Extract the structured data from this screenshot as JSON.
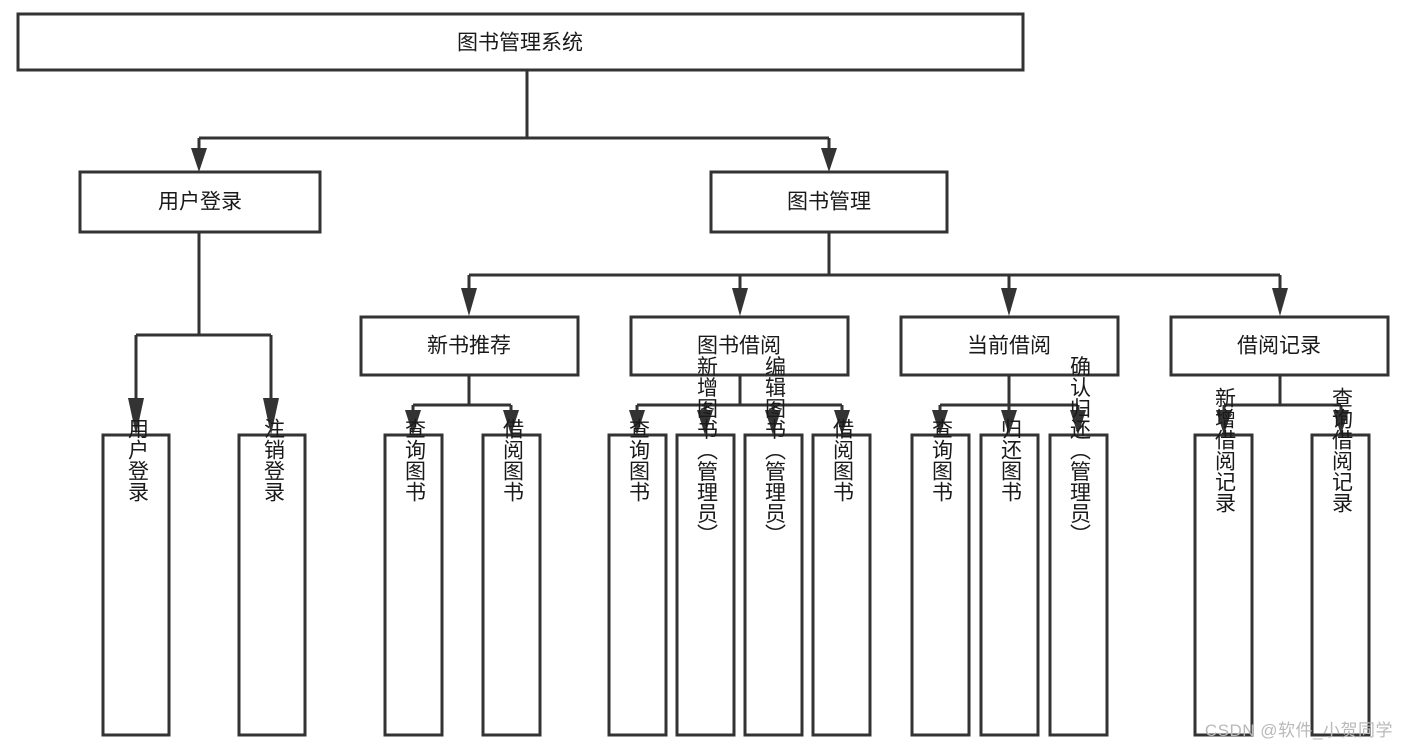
{
  "diagram": {
    "title": "图书管理系统",
    "type": "hierarchy-tree",
    "style": {
      "box_fill": "#ffffff",
      "box_stroke": "#333333",
      "connector_color": "#333333",
      "text_color": "#1a1a1a",
      "background": "#ffffff",
      "watermark_color": "#b9b9b9"
    },
    "root": {
      "label": "图书管理系统"
    },
    "level2": [
      {
        "label": "用户登录"
      },
      {
        "label": "图书管理"
      }
    ],
    "level3": [
      {
        "label": "新书推荐"
      },
      {
        "label": "图书借阅"
      },
      {
        "label": "当前借阅"
      },
      {
        "label": "借阅记录"
      }
    ],
    "leaves": {
      "user_login": [
        {
          "label": "用户登录"
        },
        {
          "label": "注销登录"
        }
      ],
      "new_book_recommend": [
        {
          "label": "查询图书"
        },
        {
          "label": "借阅图书"
        }
      ],
      "book_borrow": [
        {
          "label": "查询图书"
        },
        {
          "label": "新增图书（管理员）"
        },
        {
          "label": "编辑图书（管理员）"
        },
        {
          "label": "借阅图书"
        }
      ],
      "current_borrow": [
        {
          "label": "查询图书"
        },
        {
          "label": "归还图书"
        },
        {
          "label": "确认归还（管理员）"
        }
      ],
      "borrow_record": [
        {
          "label": "新增借阅记录"
        },
        {
          "label": "查询借阅记录"
        }
      ]
    }
  },
  "watermark": {
    "text": "CSDN @软件_小贺同学"
  }
}
